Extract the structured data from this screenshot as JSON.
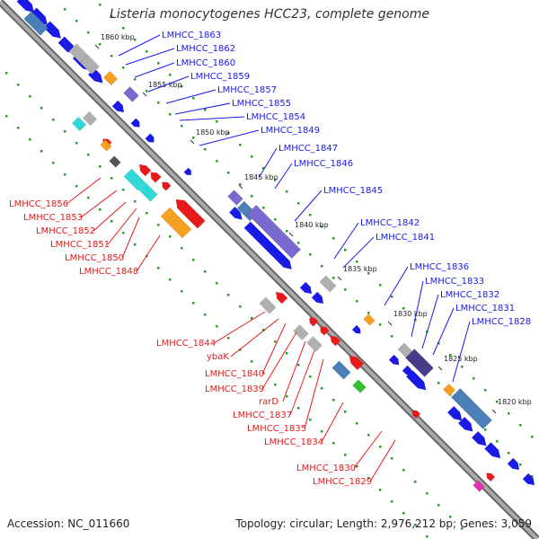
{
  "title": "Listeria monocytogenes HCC23, complete genome",
  "footer": {
    "accession": "Accession: NC_011660",
    "summary": "Topology: circular; Length: 2,976,212 bp; Genes: 3,059"
  },
  "colors": {
    "forward": "#1a1ae6",
    "reverse": "#e61a1a",
    "backbone": "#888888",
    "cog_blue": "#4a7fb8",
    "cog_purple": "#7a6ad0",
    "cog_gray": "#b0b0b0",
    "cog_orange": "#f5a020",
    "cog_cyan": "#30d8d8",
    "cog_green": "#30c030",
    "cog_magenta": "#e030b0"
  },
  "ticks": [
    "1860 kbp",
    "1855 kbp",
    "1850 kbp",
    "1845 kbp",
    "1840 kbp",
    "1835 kbp",
    "1830 kbp",
    "1825 kbp",
    "1820 kbp"
  ],
  "forward_labels": [
    "LMHCC_1863",
    "LMHCC_1862",
    "LMHCC_1860",
    "LMHCC_1859",
    "LMHCC_1857",
    "LMHCC_1855",
    "LMHCC_1854",
    "LMHCC_1849",
    "LMHCC_1847",
    "LMHCC_1846",
    "LMHCC_1845",
    "LMHCC_1842",
    "LMHCC_1841",
    "LMHCC_1836",
    "LMHCC_1833",
    "LMHCC_1832",
    "LMHCC_1831",
    "LMHCC_1828"
  ],
  "reverse_labels": [
    "LMHCC_1856",
    "LMHCC_1853",
    "LMHCC_1852",
    "LMHCC_1851",
    "LMHCC_1850",
    "LMHCC_1848",
    "LMHCC_1844",
    "ybaK",
    "LMHCC_1840",
    "LMHCC_1839",
    "rarD",
    "LMHCC_1837",
    "LMHCC_1835",
    "LMHCC_1834",
    "LMHCC_1830",
    "LMHCC_1829"
  ]
}
